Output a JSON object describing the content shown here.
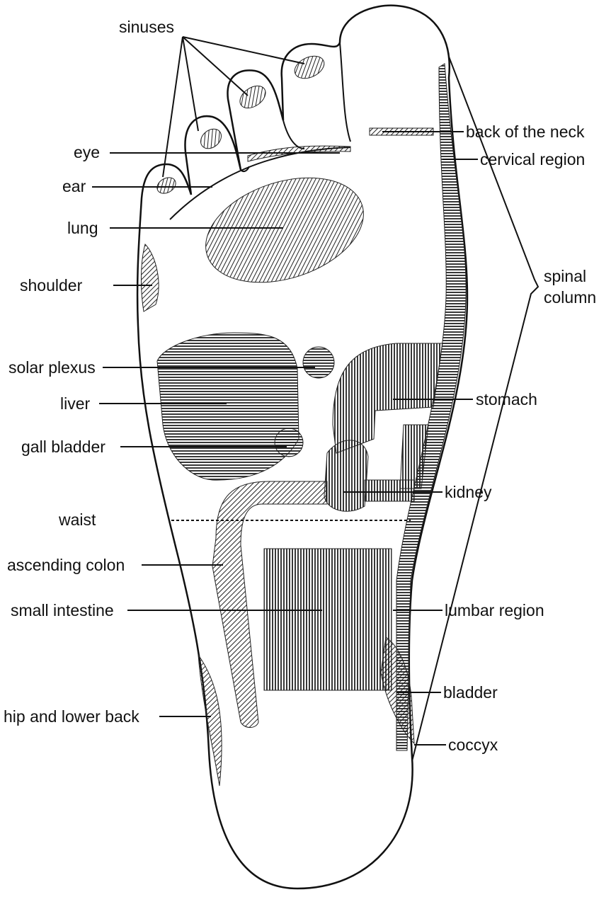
{
  "labels": {
    "sinuses": "sinuses",
    "eye": "eye",
    "ear": "ear",
    "lung": "lung",
    "shoulder": "shoulder",
    "solar_plexus": "solar plexus",
    "liver": "liver",
    "gall_bladder": "gall bladder",
    "waist": "waist",
    "ascending_colon": "ascending colon",
    "small_intestine": "small intestine",
    "hip_lower_back": "hip and lower back",
    "back_of_neck": "back of the neck",
    "cervical_region": "cervical region",
    "spinal_column": [
      "spinal",
      "column"
    ],
    "stomach": "stomach",
    "kidney": "kidney",
    "lumbar_region": "lumbar region",
    "bladder": "bladder",
    "coccyx": "coccyx"
  }
}
